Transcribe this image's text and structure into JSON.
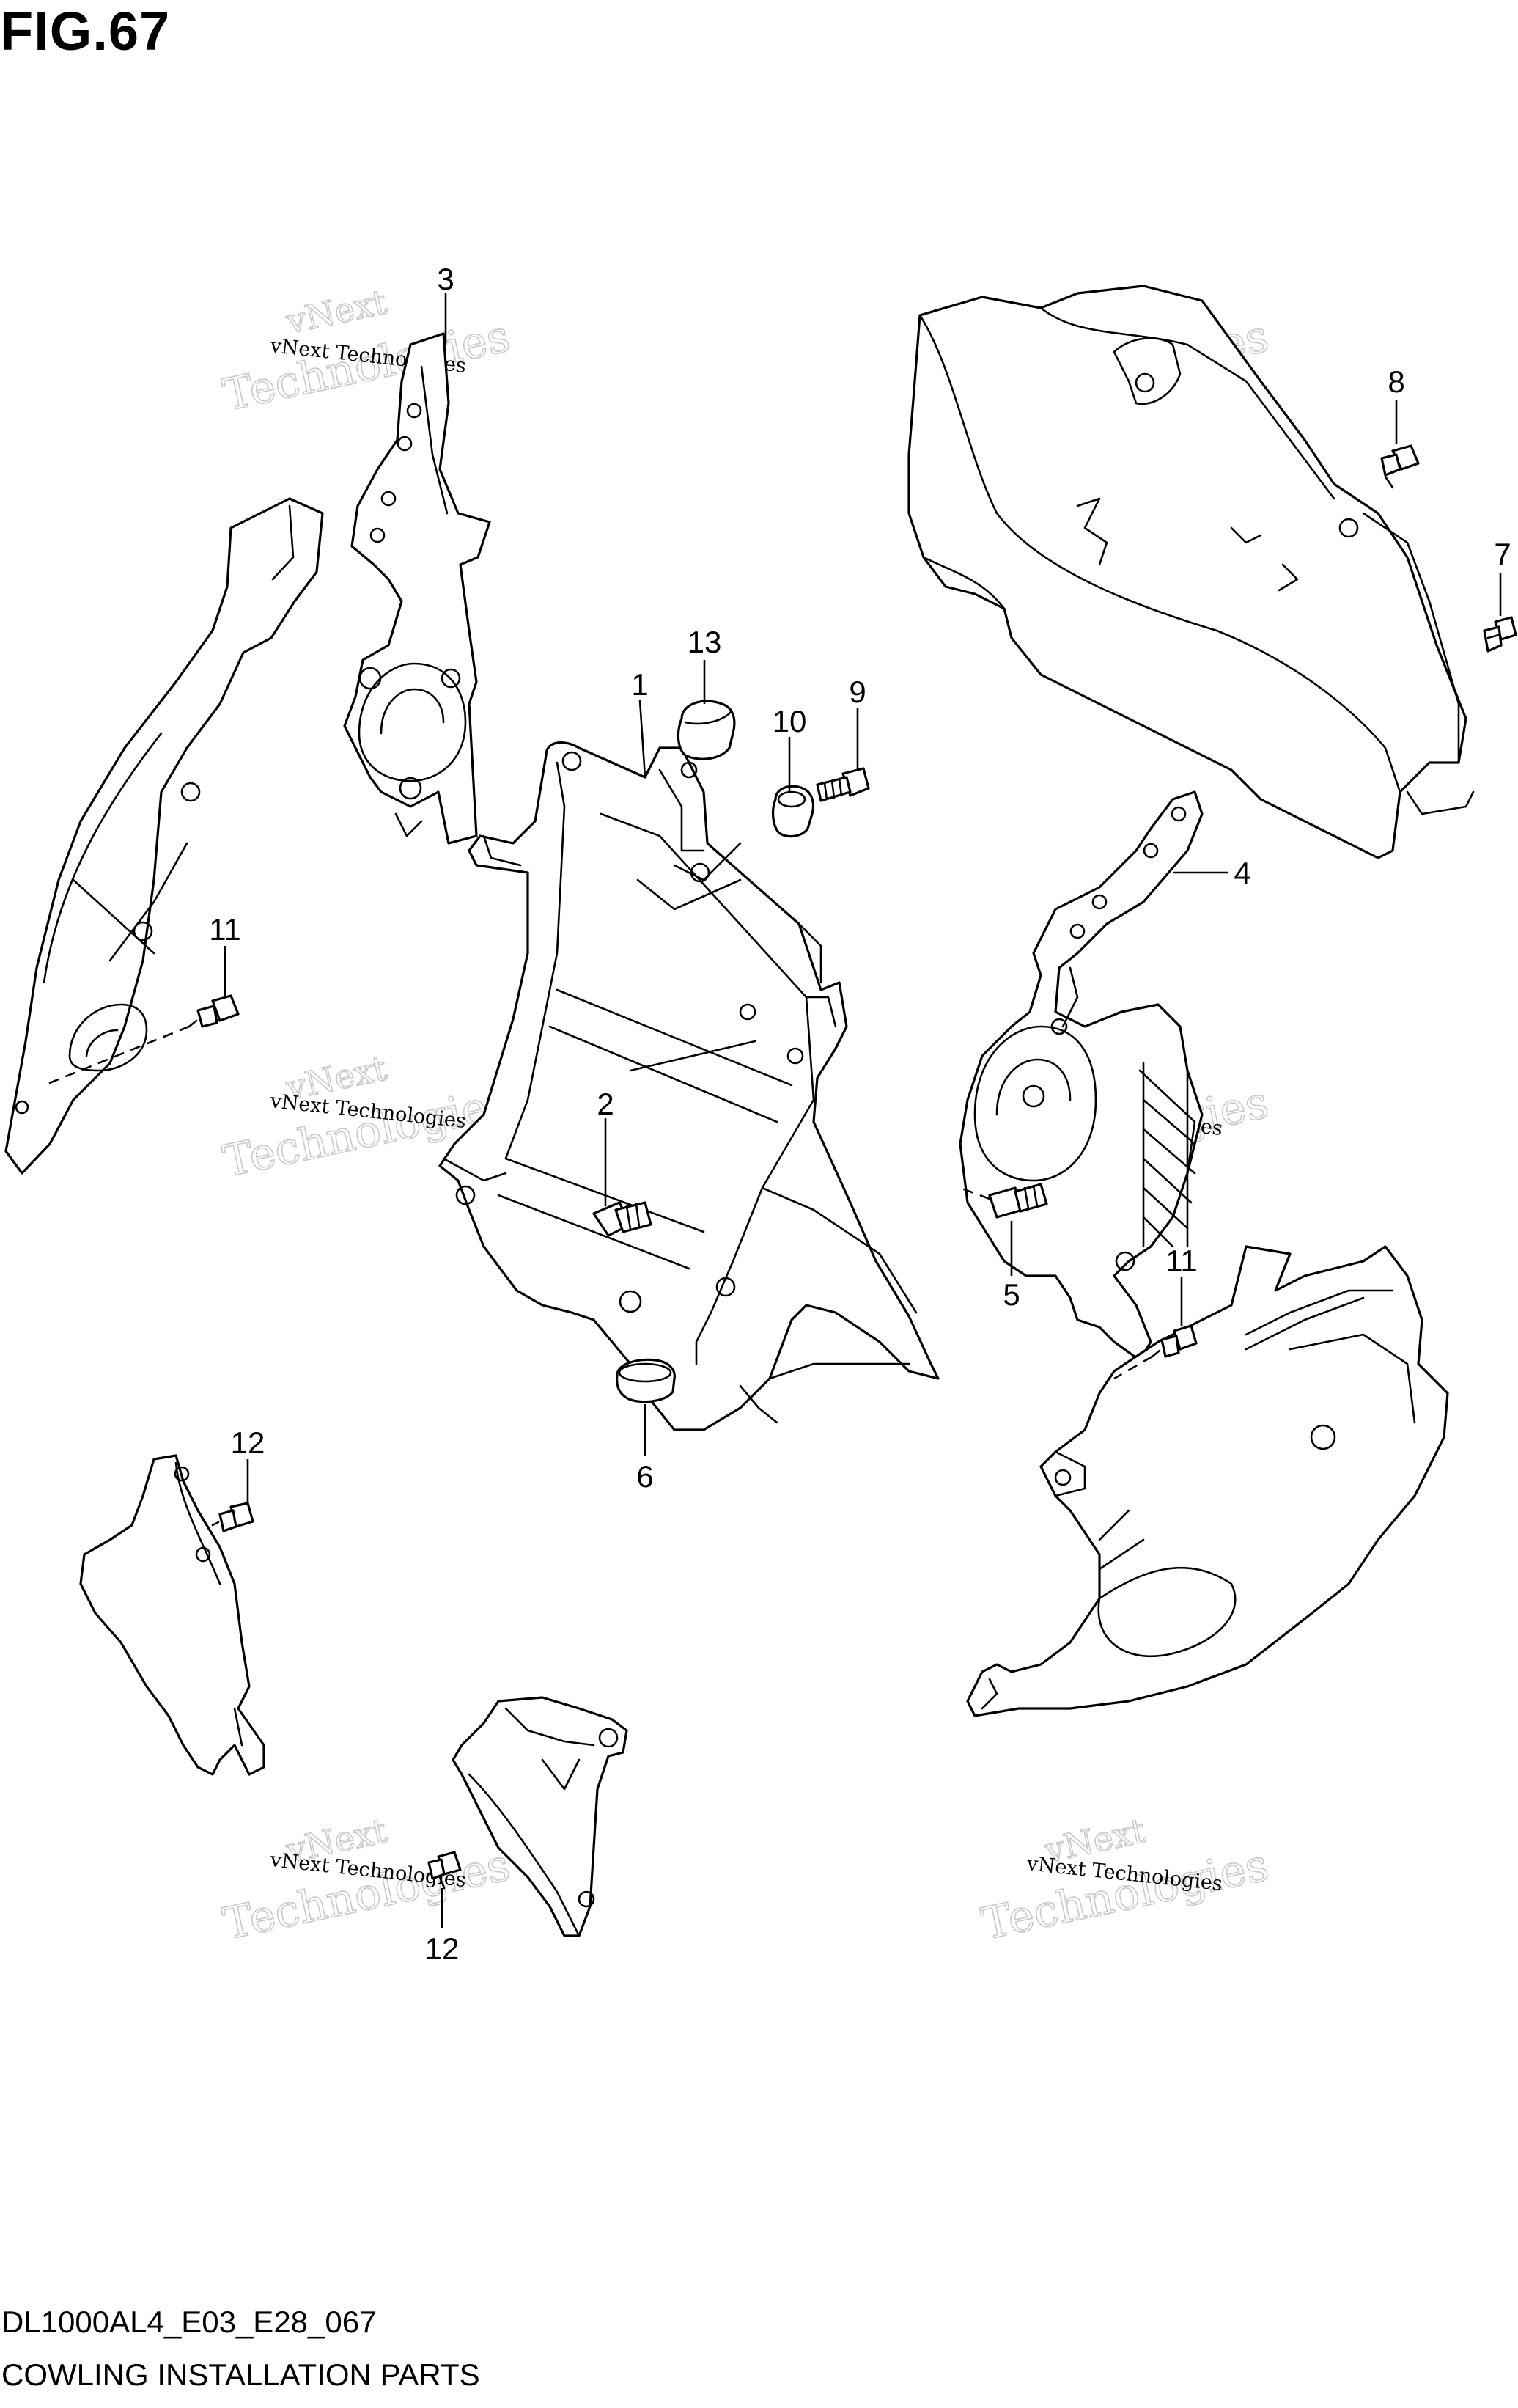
{
  "figure": {
    "title": "FIG.67",
    "model_code": "DL1000AL4_E03_E28_067",
    "name": "COWLING INSTALLATION PARTS"
  },
  "watermark": {
    "line1": "vNext Technologies",
    "line2_a": "vNext",
    "line2_b": "Technologies"
  },
  "callouts": [
    {
      "label": "1"
    },
    {
      "label": "2"
    },
    {
      "label": "3"
    },
    {
      "label": "4"
    },
    {
      "label": "5"
    },
    {
      "label": "6"
    },
    {
      "label": "7"
    },
    {
      "label": "8"
    },
    {
      "label": "9"
    },
    {
      "label": "10"
    },
    {
      "label": "11"
    },
    {
      "label": "11"
    },
    {
      "label": "12"
    },
    {
      "label": "12"
    },
    {
      "label": "13"
    }
  ]
}
